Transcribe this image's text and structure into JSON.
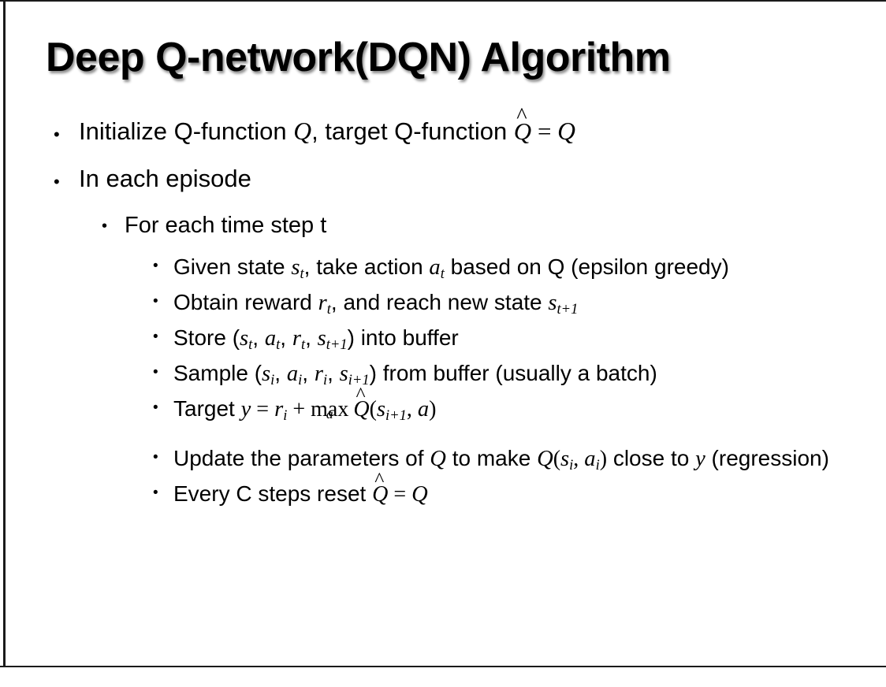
{
  "slide": {
    "title": "Deep Q-network(DQN) Algorithm",
    "background_color": "#ffffff",
    "text_color": "#000000",
    "frame_color": "#1a1a1a",
    "bullet_glyph": "•"
  },
  "bullets": {
    "b1": {
      "level": 1,
      "pre": "Initialize Q-function ",
      "var_q": "Q",
      "mid": ", target Q-function ",
      "qhat_base": "Q",
      "qhat_accent": "^",
      "equals": " = ",
      "var_q2": "Q"
    },
    "b2": {
      "level": 1,
      "text": "In each episode"
    },
    "b3": {
      "level": 2,
      "text": "For each time step t"
    },
    "b4": {
      "level": 3,
      "pre": "Given state ",
      "s": "s",
      "s_sub": "t",
      "mid": ", take action ",
      "a": "a",
      "a_sub": "t",
      "post": " based on Q (epsilon greedy)"
    },
    "b5": {
      "level": 3,
      "pre": "Obtain reward ",
      "r": "r",
      "r_sub": "t",
      "mid": ", and reach new state ",
      "s2": "s",
      "s2_sub": "t+1"
    },
    "b6": {
      "level": 3,
      "pre": "Store (",
      "s": "s",
      "s_sub": "t",
      "c1": ", ",
      "a": "a",
      "a_sub": "t",
      "c2": ", ",
      "r": "r",
      "r_sub": "t",
      "c3": ", ",
      "s2": "s",
      "s2_sub": "t+1",
      "post": ") into buffer"
    },
    "b7": {
      "level": 3,
      "pre": "Sample (",
      "s": "s",
      "s_sub": "i",
      "c1": ", ",
      "a": "a",
      "a_sub": "i",
      "c2": ", ",
      "r": "r",
      "r_sub": "i",
      "c3": ", ",
      "s2": "s",
      "s2_sub": "i+1",
      "post": ") from buffer (usually a batch)"
    },
    "b8": {
      "level": 3,
      "pre": "Target ",
      "y": "y",
      "eq": " = ",
      "r": "r",
      "r_sub": "i",
      "plus": " + ",
      "max_op": "max",
      "max_sub": "a",
      "qhat_base": "Q",
      "qhat_accent": "^",
      "open": "(",
      "s": "s",
      "s_sub": "i+1",
      "comma": ", ",
      "a": "a",
      "close": ")"
    },
    "b9": {
      "level": 3,
      "pre": "Update the parameters of ",
      "q1": "Q",
      "mid": " to make ",
      "q2": "Q",
      "open": "(",
      "s": "s",
      "s_sub": "i",
      "comma": ", ",
      "a": "a",
      "a_sub": "i",
      "close": ")",
      "post": " close to ",
      "y": "y",
      "tail": " (regression)"
    },
    "b10": {
      "level": 3,
      "pre": "Every C steps reset ",
      "qhat_base": "Q",
      "qhat_accent": "^",
      "eq": " = ",
      "q": "Q"
    }
  }
}
